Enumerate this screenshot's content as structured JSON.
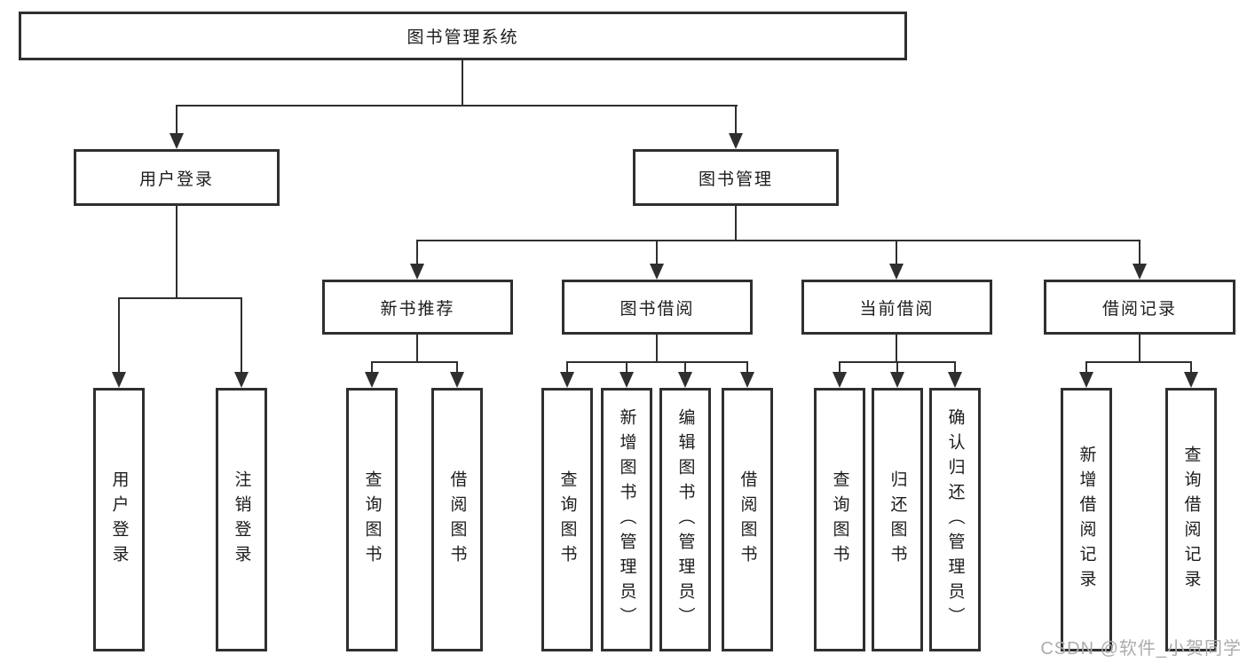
{
  "tree": {
    "label": "图书管理系统",
    "children": [
      {
        "label": "用户登录",
        "children": [
          {
            "label": "用户登录"
          },
          {
            "label": "注销登录"
          }
        ]
      },
      {
        "label": "图书管理",
        "children": [
          {
            "label": "新书推荐",
            "children": [
              {
                "label": "查询图书"
              },
              {
                "label": "借阅图书"
              }
            ]
          },
          {
            "label": "图书借阅",
            "children": [
              {
                "label": "查询图书"
              },
              {
                "label": "新增图书（管理员）"
              },
              {
                "label": "编辑图书（管理员）"
              },
              {
                "label": "借阅图书"
              }
            ]
          },
          {
            "label": "当前借阅",
            "children": [
              {
                "label": "查询图书"
              },
              {
                "label": "归还图书"
              },
              {
                "label": "确认归还（管理员）"
              }
            ]
          },
          {
            "label": "借阅记录",
            "children": [
              {
                "label": "新增借阅记录"
              },
              {
                "label": "查询借阅记录"
              }
            ]
          }
        ]
      }
    ]
  },
  "watermark": "CSDN @软件_小贺同学",
  "colors": {
    "line": "#2f2f2f",
    "text": "#1c1c1c",
    "watermark": "#acacac",
    "background": "#ffffff"
  }
}
